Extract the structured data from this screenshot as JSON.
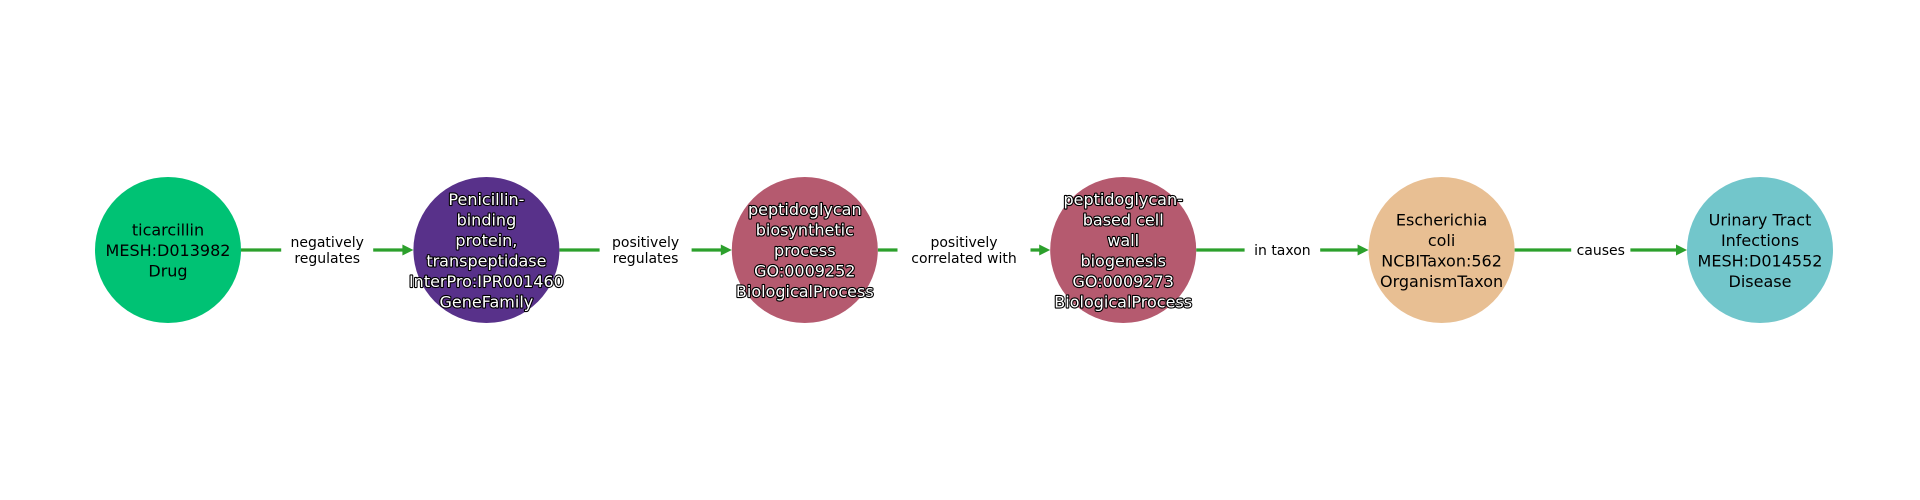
{
  "nodes": [
    {
      "id": "ticarcillin",
      "lines": [
        "ticarcillin",
        "MESH:D013982",
        "Drug"
      ],
      "color": "#00c274",
      "text_style": "dark"
    },
    {
      "id": "penicillin-binding-protein",
      "lines": [
        "Penicillin-",
        "binding",
        "protein,",
        "transpeptidase",
        "InterPro:IPR001460",
        "GeneFamily"
      ],
      "color": "#58318a",
      "text_style": "light"
    },
    {
      "id": "peptidoglycan-biosynthetic-process",
      "lines": [
        "peptidoglycan",
        "biosynthetic",
        "process",
        "GO:0009252",
        "BiologicalProcess"
      ],
      "color": "#b55a6f",
      "text_style": "light"
    },
    {
      "id": "peptidoglycan-based-cell-wall-biogenesis",
      "lines": [
        "peptidoglycan-",
        "based cell",
        "wall",
        "biogenesis",
        "GO:0009273",
        "BiologicalProcess"
      ],
      "color": "#b55a6f",
      "text_style": "light"
    },
    {
      "id": "escherichia-coli",
      "lines": [
        "Escherichia",
        "coli",
        "NCBITaxon:562",
        "OrganismTaxon"
      ],
      "color": "#e8bf93",
      "text_style": "dark"
    },
    {
      "id": "urinary-tract-infections",
      "lines": [
        "Urinary Tract",
        "Infections",
        "MESH:D014552",
        "Disease"
      ],
      "color": "#72c6cb",
      "text_style": "dark"
    }
  ],
  "edges": [
    {
      "from": 0,
      "to": 1,
      "label_lines": [
        "negatively",
        "regulates"
      ]
    },
    {
      "from": 1,
      "to": 2,
      "label_lines": [
        "positively",
        "regulates"
      ]
    },
    {
      "from": 2,
      "to": 3,
      "label_lines": [
        "positively",
        "correlated with"
      ]
    },
    {
      "from": 3,
      "to": 4,
      "label_lines": [
        "in taxon"
      ]
    },
    {
      "from": 4,
      "to": 5,
      "label_lines": [
        "causes"
      ]
    }
  ],
  "edge_color": "#2ca02c"
}
